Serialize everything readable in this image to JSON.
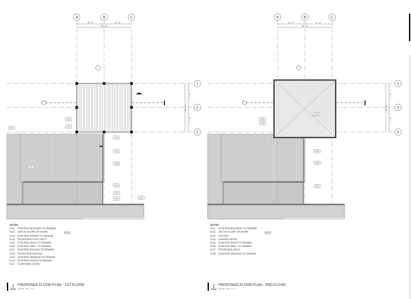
{
  "sheet": {
    "plans": [
      {
        "number": "1",
        "title": "PROPOSED FLOOR PLAN - 1ST FLOOR",
        "scale": "SCALE: 1/8\" = 1'-0\"",
        "grid_cols": [
          "A",
          "B",
          "C"
        ],
        "grid_rows": [
          "1",
          "2",
          "3"
        ],
        "dims": {
          "ab": "8' - 0\"",
          "bc": "8' - 0\"",
          "total": "16' - 0\"",
          "r12": "7' - 0\"",
          "r23": "7' - 0\"",
          "r13": "14' - 0\""
        },
        "tags": [
          "N.08",
          "N.11",
          "N.05",
          "N.04",
          "N.07",
          "N.06",
          "N.10",
          "N.09",
          "N.03",
          "N.02",
          "N.01"
        ],
        "notes_heading": "NOTES",
        "notes": [
          [
            "N.01",
            "EXISTING BUILDING TO REMAIN"
          ],
          [
            "N.02",
            "NOT IN SCOPE OF WORK"
          ],
          [
            "N.03",
            "EXISTING STAIRS TO REMAIN"
          ],
          [
            "N.04",
            "PROPOSED POST ON FT"
          ],
          [
            "N.05",
            "EXISTING DECK TO REMAIN"
          ],
          [
            "N.06",
            "EXISTING WALL TO REMAIN"
          ],
          [
            "N.07",
            "EXISTING RAILING TO REMAIN"
          ],
          [
            "N.08",
            "PROPOSED RAILING"
          ],
          [
            "N.09",
            "EXISTING WINDOW TO REMAIN"
          ],
          [
            "N.10",
            "EXISTING DOOR TO REMAIN"
          ],
          [
            "N.11",
            "SCREENED DOOR"
          ]
        ]
      },
      {
        "number": "2",
        "title": "PROPOSED FLOOR PLAN - 2ND FLOOR",
        "scale": "SCALE: 1/8\" = 1'-0\"",
        "grid_cols": [
          "A",
          "B",
          "C"
        ],
        "grid_rows": [
          "1",
          "2",
          "3"
        ],
        "dims": {
          "ab": "8' - 0\"",
          "bc": "8' - 0\"",
          "total": "16' - 0\"",
          "r12": "7' - 0\"",
          "r23": "7' - 0\"",
          "r13": "14' - 0\""
        },
        "tags": [
          "N.03",
          "N.02",
          "N.04",
          "N.06",
          "N.05",
          "N.07"
        ],
        "notes_heading": "NOTES",
        "notes": [
          [
            "N.01",
            "EXISTING BUILDING TO REMAIN"
          ],
          [
            "N.02",
            "NOT IN SCOPE OF WORK"
          ],
          [
            "N.03",
            "GUTTER"
          ],
          [
            "N.04",
            "SHINGLE ROOF"
          ],
          [
            "N.05",
            "EXISTING DECK TO REMAIN"
          ],
          [
            "N.06",
            "EXISTING WALL TO REMAIN"
          ],
          [
            "N.07",
            "PROPOSED DECK"
          ],
          [
            "N.08",
            "EXISTING WINDOW TO REMAIN"
          ]
        ]
      }
    ]
  }
}
